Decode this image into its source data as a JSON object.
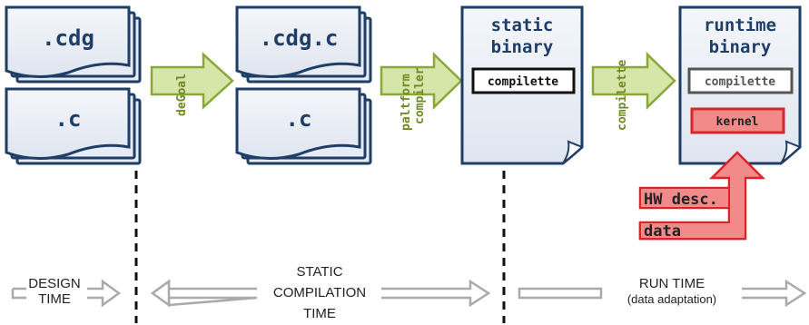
{
  "files": {
    "cdg": ".cdg",
    "c_design": ".c",
    "cdg_c": ".cdg.c",
    "c_static": ".c"
  },
  "binaries": {
    "static_line1": "static",
    "static_line2": "binary",
    "static_box": "compilette",
    "runtime_line1": "runtime",
    "runtime_line2": "binary",
    "runtime_box1": "compilette",
    "runtime_box2": "kernel"
  },
  "arrows": {
    "degoal": "deGoal",
    "platform_line1": "paltform",
    "platform_line2": "compiler",
    "compilette": "compilette"
  },
  "inputs": {
    "hw_desc": "HW desc.",
    "data": "data"
  },
  "phases": {
    "design_line1": "DESIGN",
    "design_line2": "TIME",
    "static_line1": "STATIC",
    "static_line2": "COMPILATION",
    "static_line3": "TIME",
    "run_line1": "RUN TIME",
    "run_line2": "(data adaptation)"
  },
  "colors": {
    "doc_fill": "#e6ebf4",
    "doc_stroke": "#1f3e66",
    "file_text": "#1f3e66",
    "green_fill": "#d6e5a8",
    "green_stroke": "#8aa73a",
    "green_text": "#6f8a25",
    "red_fill": "#f28a8a",
    "red_stroke": "#d9242a",
    "gray_text": "#555555"
  }
}
